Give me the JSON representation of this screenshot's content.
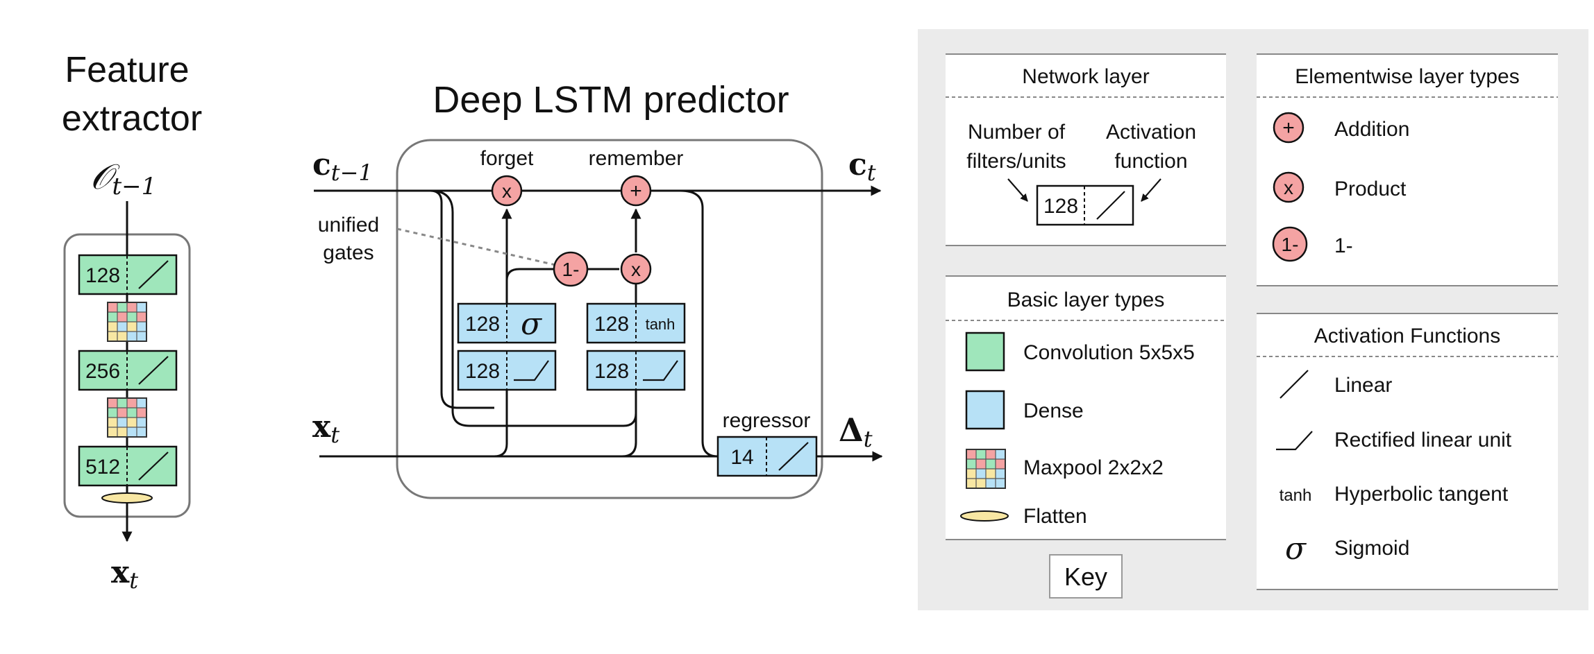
{
  "feature_extractor": {
    "title_line1": "Feature",
    "title_line2": "extractor",
    "input_label": "𝒪",
    "input_sub": "t−1",
    "output_label": "x",
    "output_sub": "t",
    "layers": [
      "128",
      "256",
      "512"
    ]
  },
  "lstm": {
    "title": "Deep LSTM predictor",
    "c_prev": "c",
    "c_prev_sub": "t−1",
    "c_next": "c",
    "c_next_sub": "t",
    "x_in": "x",
    "x_in_sub": "t",
    "delta_out": "Δ",
    "delta_sub": "t",
    "forget_label": "forget",
    "remember_label": "remember",
    "unified_line1": "unified",
    "unified_line2": "gates",
    "regressor_label": "regressor",
    "gate1_units": "128",
    "gate1_act": "σ",
    "gate2_units": "128",
    "gate2_act": "tanh",
    "relu1_units": "128",
    "relu2_units": "128",
    "regressor_units": "14",
    "op_product": "x",
    "op_add": "+",
    "op_one_minus": "1-"
  },
  "key": {
    "caption": "Key",
    "network_layer": {
      "title": "Network layer",
      "left_line1": "Number of",
      "left_line2": "filters/units",
      "right_line1": "Activation",
      "right_line2": "function",
      "example_units": "128"
    },
    "basic_layers": {
      "title": "Basic layer types",
      "items": [
        "Convolution 5x5x5",
        "Dense",
        "Maxpool 2x2x2",
        "Flatten"
      ]
    },
    "elementwise": {
      "title": "Elementwise layer types",
      "items": [
        {
          "symbol": "+",
          "label": "Addition"
        },
        {
          "symbol": "x",
          "label": "Product"
        },
        {
          "symbol": "1-",
          "label": "1-"
        }
      ]
    },
    "activations": {
      "title": "Activation Functions",
      "items": [
        {
          "symbol": "",
          "label": "Linear"
        },
        {
          "symbol": "",
          "label": "Rectified linear unit"
        },
        {
          "symbol": "tanh",
          "label": "Hyperbolic tangent"
        },
        {
          "symbol": "σ",
          "label": "Sigmoid"
        }
      ]
    }
  },
  "colors": {
    "convolution": "#9fe6bb",
    "dense": "#b7e1f6",
    "operation": "#f4a3a3",
    "flatten": "#f8e7a3",
    "key_background": "#ebebeb"
  }
}
